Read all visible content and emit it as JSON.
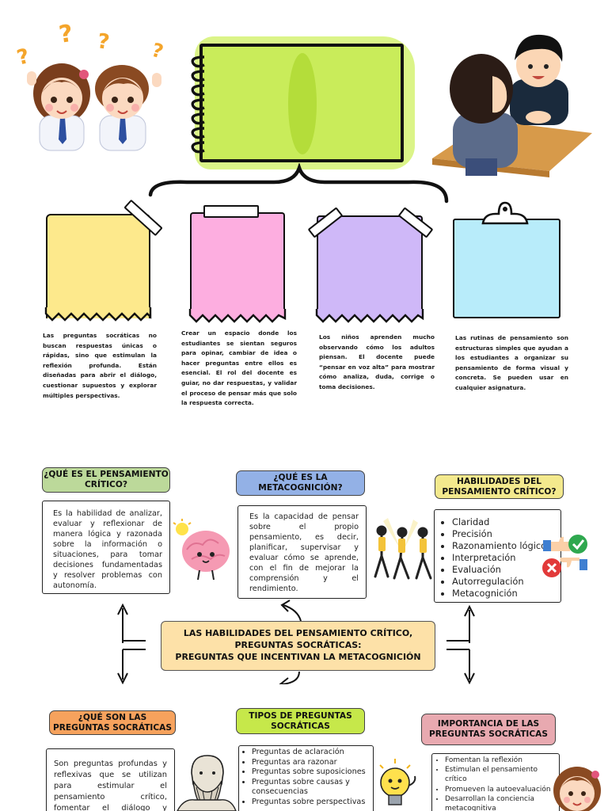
{
  "top": {
    "paragraphs": [
      "Las preguntas socráticas no buscan respuestas únicas o rápidas, sino que estimulan la reflexión profunda. Están diseñadas para abrir el diálogo, cuestionar supuestos y explorar múltiples perspectivas.",
      "Crear un espacio donde los estudiantes se sientan seguros para opinar, cambiar de idea o hacer preguntas entre ellos es esencial. El rol del docente es guiar, no dar respuestas, y validar el proceso de pensar más que solo la respuesta correcta.",
      "Los niños aprenden mucho observando cómo los adultos piensan. El docente puede “pensar en voz alta” para mostrar cómo analiza, duda, corrige o toma decisiones.",
      "Las rutinas de pensamiento son estructuras simples que ayudan a los estudiantes a organizar su pensamiento de forma visual y concreta. Se pueden usar en cualquier asignatura."
    ],
    "note_colors": [
      "#fde98c",
      "#fdaee0",
      "#cfb8f8",
      "#b8ecfa"
    ]
  },
  "map": {
    "center_lines": [
      "LAS HABILIDADES DEL PENSAMIENTO CRÍTICO,",
      "PREGUNTAS SOCRÁTICAS:",
      "PREGUNTAS QUE INCENTIVAN LA METACOGNICIÓN"
    ],
    "que_es_pc": {
      "title": "¿QUÉ  ES EL PENSAMIENTO CRÍTICO?",
      "text": "Es la habilidad de analizar, evaluar y reflexionar de manera lógica y razonada sobre la información o situaciones, para tomar decisiones fundamentadas y resolver problemas con autonomía."
    },
    "que_es_meta": {
      "title": "¿QUÉ ES LA METACOGNICIÓN?",
      "text": "Es la capacidad de pensar sobre el propio pensamiento, es decir, planificar, supervisar y evaluar cómo se aprende, con el fin de mejorar la comprensión y el rendimiento."
    },
    "habilidades": {
      "title": "HABILIDADES DEL PENSAMIENTO CRÍTICO?",
      "items": [
        "Claridad",
        "Precisión",
        "Razonamiento lógico",
        "Interpretación",
        "Evaluación",
        "Autorregulación",
        "Metacognición"
      ]
    },
    "que_son_ps": {
      "title": "¿QUÉ SON LAS PREGUNTAS SOCRÁTICAS",
      "text": "Son preguntas profundas y reflexivas que se utilizan para estimular el pensamiento crítico, fomentar el diálogo y ayudar a una persona a llegar"
    },
    "tipos": {
      "title": "TIPOS DE PREGUNTAS SOCRÁTICAS",
      "items": [
        "Preguntas de aclaración",
        "Preguntas ara razonar",
        "Preguntas sobre suposiciones",
        "Preguntas sobre causas y consecuencias",
        "Preguntas sobre perspectivas"
      ]
    },
    "importancia": {
      "title": "IMPORTANCIA DE LAS PREGUNTAS SOCRÁTICAS",
      "items": [
        "Fomentan la reflexión",
        "Estimulan el pensamiento crítico",
        "Promueven la autoevaluación",
        "Desarrollan la conciencia metacognitiva"
      ]
    },
    "label_colors": {
      "green": "#bcd99a",
      "blue": "#93b1e6",
      "yellow": "#f3e98d",
      "orange": "#f6a25d",
      "lime": "#c6e84a",
      "pink": "#e8a9b0"
    }
  }
}
